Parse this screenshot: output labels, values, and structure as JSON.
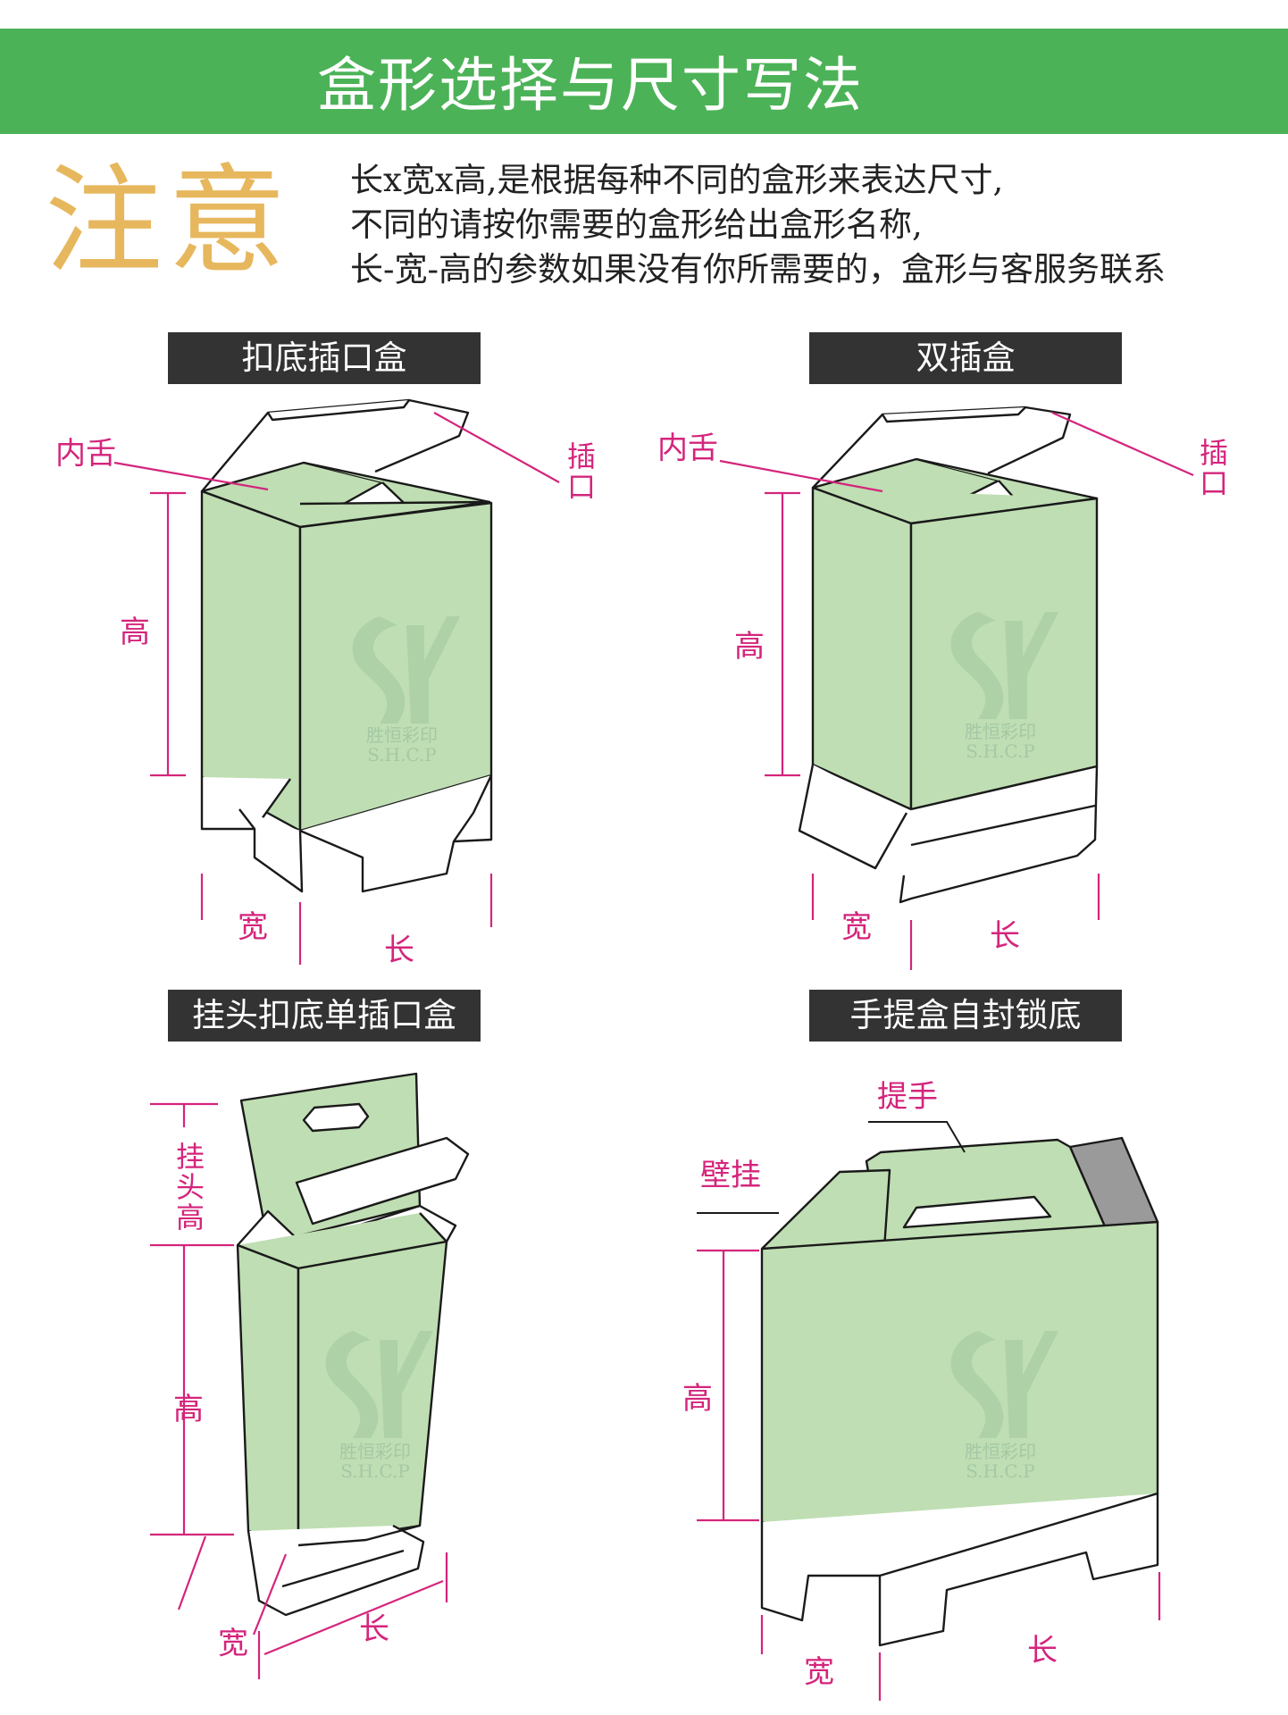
{
  "header": {
    "title": "盒形选择与尺寸写法"
  },
  "note": {
    "heading": "注意",
    "lines": [
      "长x宽x高,是根据每种不同的盒形来表达尺寸,",
      "不同的请按你需要的盒形给出盒形名称,",
      "长-宽-高的参数如果没有你所需要的，盒形与客服务联系"
    ]
  },
  "boxes": [
    {
      "name": "扣底插口盒",
      "labels": {
        "inner_tongue": "内舌",
        "slot": "插口",
        "height": "高",
        "width": "宽",
        "length": "长"
      }
    },
    {
      "name": "双插盒",
      "labels": {
        "inner_tongue": "内舌",
        "slot": "插口",
        "height": "高",
        "width": "宽",
        "length": "长"
      }
    },
    {
      "name": "挂头扣底单插口盒",
      "labels": {
        "hang_height": "挂头高",
        "height": "高",
        "width": "宽",
        "length": "长"
      }
    },
    {
      "name": "手提盒自封锁底",
      "labels": {
        "handle": "提手",
        "wall_hang": "壁挂",
        "height": "高",
        "width": "宽",
        "length": "长"
      }
    }
  ],
  "watermark": {
    "line1": "胜恒彩印",
    "line2": "S.H.C.P"
  },
  "colors": {
    "banner": "#4cb257",
    "heading": "#e7b75d",
    "box_face": "#bfdeb3",
    "label": "#d4257c",
    "tag": "#333333"
  }
}
